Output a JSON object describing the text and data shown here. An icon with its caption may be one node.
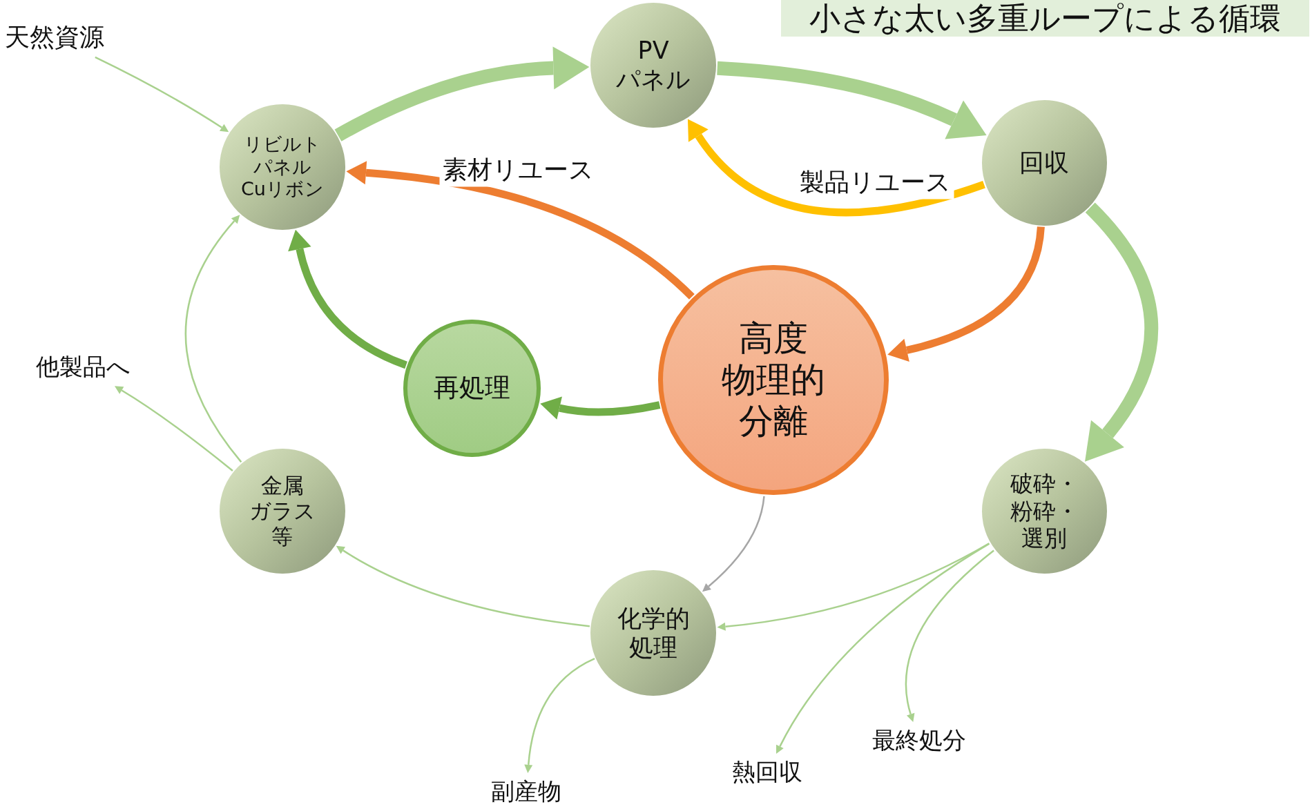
{
  "diagram": {
    "title": "小さな太い多重ループによる循環",
    "nodes": [
      {
        "text": [
          "天然資源"
        ]
      },
      {
        "text": [
          "リビルトパネル",
          "Cuリボン"
        ]
      },
      {
        "text": [
          "PV パネル"
        ]
      },
      {
        "text": [
          "回収"
        ]
      },
      {
        "text": [
          "破砕・粉砕・選別"
        ]
      },
      {
        "text": [
          "化学的処理"
        ]
      },
      {
        "text": [
          "金属",
          "ガラス等"
        ]
      },
      {
        "text": [
          "再処理"
        ]
      },
      {
        "text": [
          "高度",
          "物理的分離"
        ]
      },
      {
        "text": [
          "他製品へ"
        ]
      },
      {
        "text": [
          "副産物"
        ]
      },
      {
        "text": [
          "熱回収"
        ]
      },
      {
        "text": [
          "最終処分"
        ]
      }
    ],
    "edges": [
      {
        "from": 0,
        "to": 1,
        "arrow": "to"
      },
      {
        "from": 1,
        "to": 2,
        "arrow": "to",
        "style": "thick"
      },
      {
        "from": 2,
        "to": 3,
        "arrow": "to",
        "style": "thick"
      },
      {
        "from": 3,
        "to": 4,
        "arrow": "to",
        "style": "thick"
      },
      {
        "from": 3,
        "to": 8,
        "arrow": "to",
        "style": "thick",
        "color": "#ed7d31"
      },
      {
        "from": 3,
        "to": 2,
        "arrow": "to",
        "style": "thick",
        "color": "#ffc000",
        "label": "製品リユース"
      },
      {
        "from": 8,
        "to": 1,
        "arrow": "to",
        "style": "thick",
        "color": "#ed7d31",
        "label": "素材リユース"
      },
      {
        "from": 8,
        "to": 7,
        "arrow": "to",
        "style": "thick",
        "color": "#70ad47"
      },
      {
        "from": 7,
        "to": 1,
        "arrow": "to",
        "style": "thick",
        "color": "#70ad47"
      },
      {
        "from": 8,
        "to": 5,
        "arrow": "to",
        "color": "#a6a6a6"
      },
      {
        "from": 4,
        "to": 5,
        "arrow": "to"
      },
      {
        "from": 4,
        "to": 11,
        "arrow": "to"
      },
      {
        "from": 4,
        "to": 12,
        "arrow": "to"
      },
      {
        "from": 5,
        "to": 6,
        "arrow": "to"
      },
      {
        "from": 5,
        "to": 10,
        "arrow": "to"
      },
      {
        "from": 6,
        "to": 1,
        "arrow": "to"
      },
      {
        "from": 6,
        "to": 9,
        "arrow": "to"
      }
    ]
  }
}
